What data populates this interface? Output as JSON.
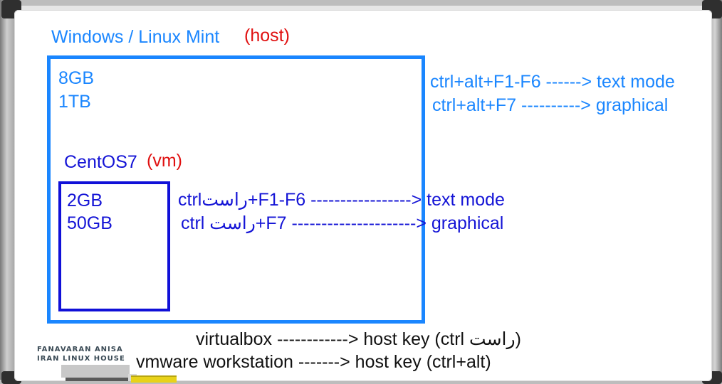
{
  "host": {
    "title": "Windows / Linux Mint",
    "tag": "(host)",
    "ram": "8GB",
    "disk": "1TB"
  },
  "vm": {
    "title": "CentOS7",
    "tag": "(vm)",
    "ram": "2GB",
    "disk": "50GB"
  },
  "host_shortcuts": [
    "ctrl+alt+F1-F6 ------> text mode",
    "ctrl+alt+F7 ----------> graphical"
  ],
  "vm_shortcuts": [
    "ctrlراست+F1-F6 -----------------> text mode",
    "ctrl راست+F7 ---------------------> graphical"
  ],
  "host_keys": [
    "virtualbox ------------> host key (ctrl راست)",
    "vmware workstation -------> host key (ctrl+alt)"
  ],
  "logo": {
    "line1": "FANAVARAN ANISA",
    "line2": "IRAN LINUX HOUSE"
  },
  "colors": {
    "host_blue": "#1a86ff",
    "vm_navy": "#1414d6",
    "tag_red": "#e01010"
  }
}
